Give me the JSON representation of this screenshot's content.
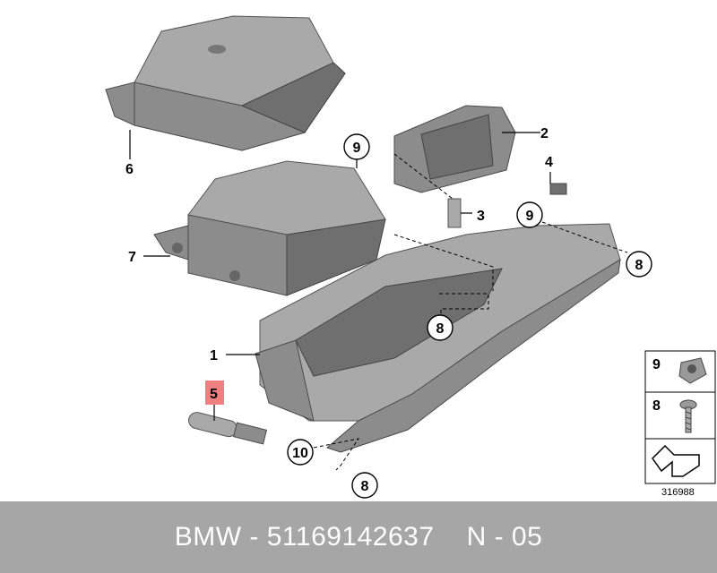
{
  "callouts": {
    "c1": "1",
    "c2": "2",
    "c3": "3",
    "c4": "4",
    "c5": "5",
    "c6": "6",
    "c7": "7",
    "c8a": "8",
    "c8b": "8",
    "c8c": "8",
    "c9a": "9",
    "c9b": "9",
    "c10": "10"
  },
  "legend": {
    "item_a": "9",
    "item_b": "8"
  },
  "diagram_id": "316988",
  "footer": {
    "brand": "BMW",
    "sep1": "-",
    "part_number": "51169142637",
    "code": "N - 05"
  },
  "colors": {
    "footer_bg": "#a6a6a6",
    "highlight": "#f08080",
    "part_fill": "#8c8c8c"
  }
}
